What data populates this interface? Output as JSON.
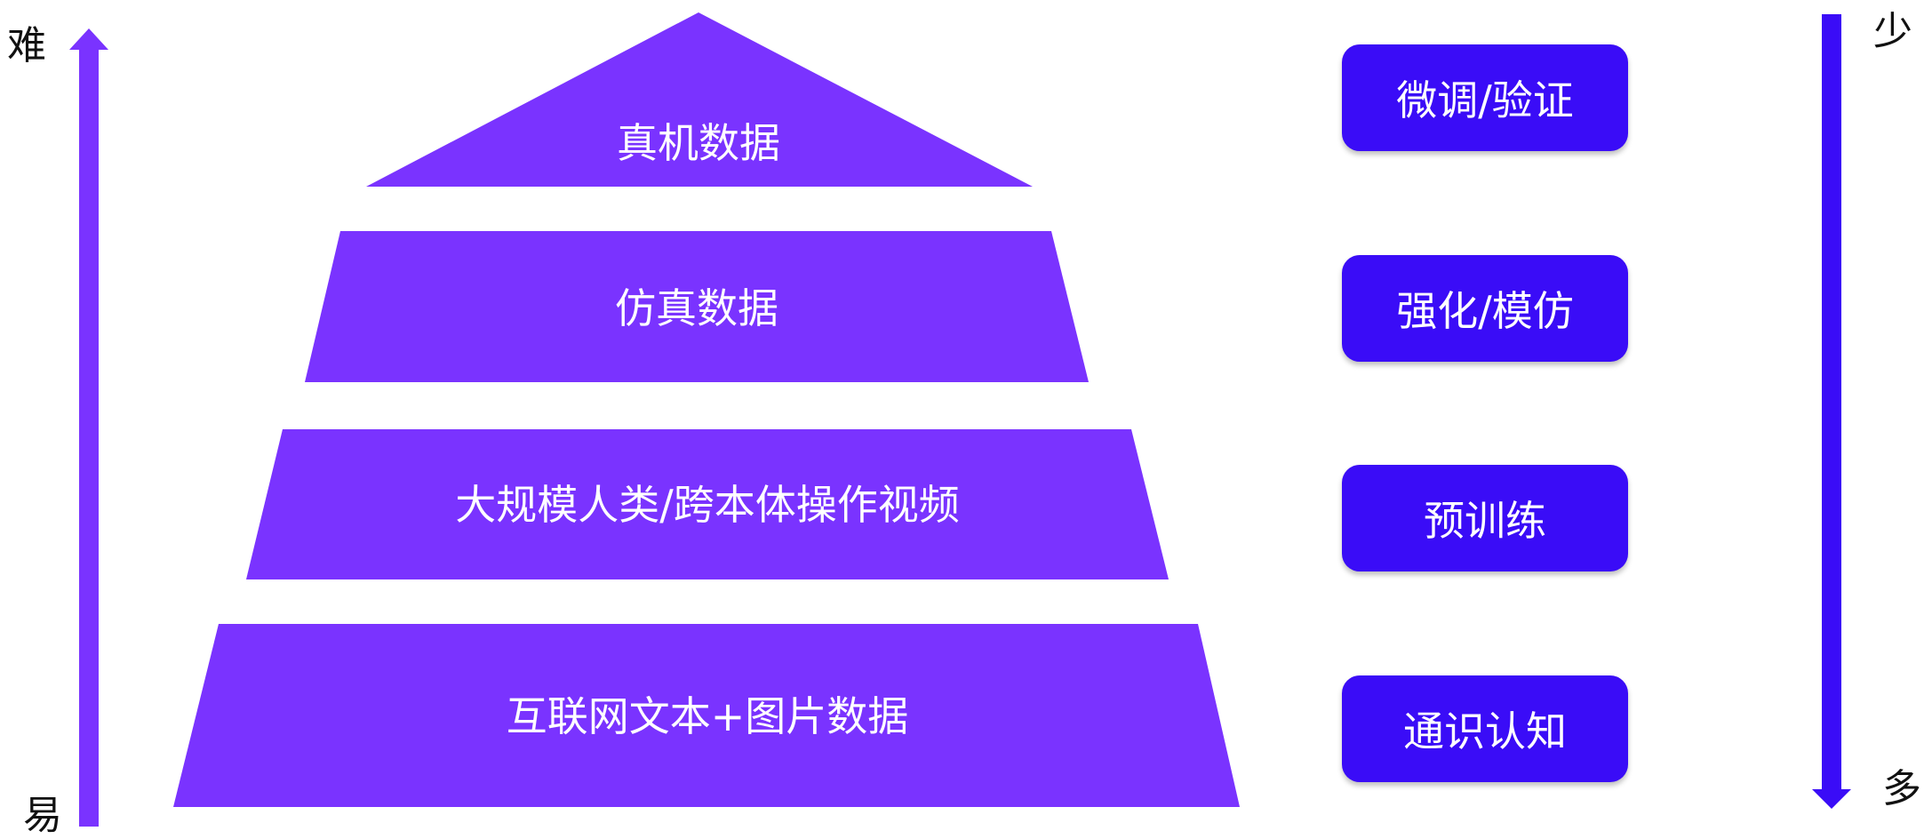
{
  "left_axis": {
    "top_label": "难",
    "bottom_label": "易"
  },
  "right_axis": {
    "top_label": "少",
    "bottom_label": "多"
  },
  "pyramid": [
    {
      "label": "真机数据"
    },
    {
      "label": "仿真数据"
    },
    {
      "label": "大规模人类/跨本体操作视频"
    },
    {
      "label": "互联网文本+图片数据"
    }
  ],
  "stages": [
    {
      "label": "微调/验证"
    },
    {
      "label": "强化/模仿"
    },
    {
      "label": "预训练"
    },
    {
      "label": "通识认知"
    }
  ],
  "colors": {
    "pyramid": "#7a33ff",
    "stage": "#3a0cf7",
    "left_arrow": "#7a33ff",
    "right_arrow": "#3a0cf7"
  }
}
